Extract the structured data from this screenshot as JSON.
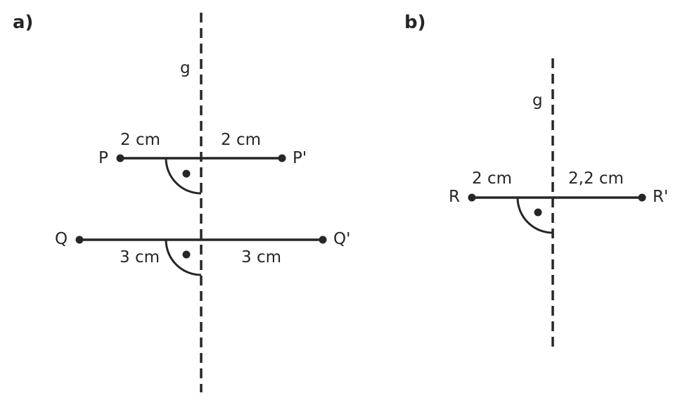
{
  "panel_a": {
    "label": "a)",
    "axis_label": "g",
    "segment_P": {
      "left_point": "P",
      "right_point": "P'",
      "left_distance": "2 cm",
      "right_distance": "2 cm"
    },
    "segment_Q": {
      "left_point": "Q",
      "right_point": "Q'",
      "left_distance": "3 cm",
      "right_distance": "3 cm"
    }
  },
  "panel_b": {
    "label": "b)",
    "axis_label": "g",
    "segment_R": {
      "left_point": "R",
      "right_point": "R'",
      "left_distance": "2 cm",
      "right_distance": "2,2 cm"
    }
  }
}
